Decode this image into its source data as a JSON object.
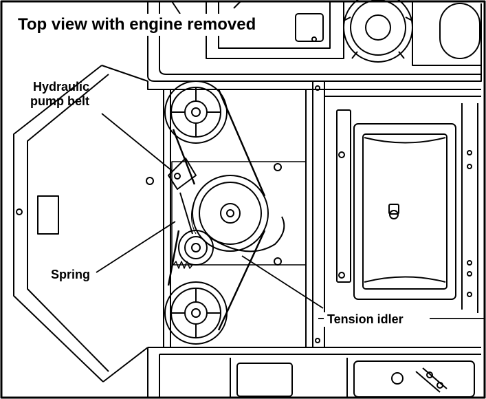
{
  "title": "Top view with engine removed",
  "callouts": {
    "hydraulic_pump_belt": "Hydraulic\npump belt",
    "spring": "Spring",
    "tension_idler": "Tension idler"
  },
  "colors": {
    "line": "#000000",
    "background": "#ffffff"
  }
}
